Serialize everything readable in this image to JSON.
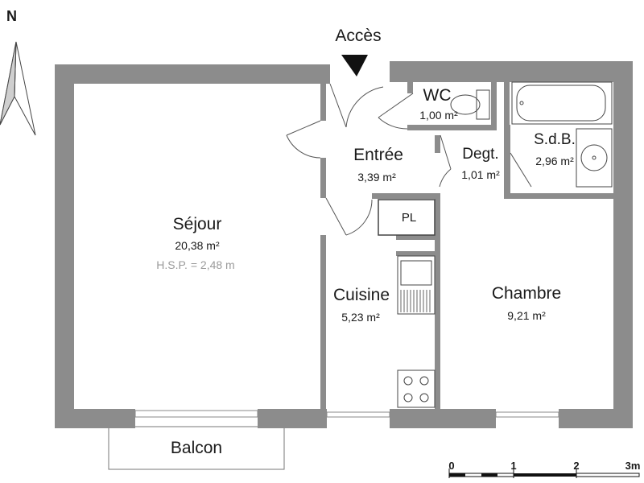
{
  "north": "N",
  "entrance": "Accès",
  "rooms": {
    "sejour": {
      "name": "Séjour",
      "area": "20,38 m²",
      "hsp": "H.S.P. = 2,48 m"
    },
    "entree": {
      "name": "Entrée",
      "area": "3,39 m²"
    },
    "wc": {
      "name": "WC",
      "area": "1,00 m²"
    },
    "degt": {
      "name": "Degt.",
      "area": "1,01 m²"
    },
    "sdb": {
      "name": "S.d.B.",
      "area": "2,96 m²"
    },
    "pl": {
      "name": "PL"
    },
    "cuisine": {
      "name": "Cuisine",
      "area": "5,23 m²"
    },
    "chambre": {
      "name": "Chambre",
      "area": "9,21 m²"
    },
    "balcon": {
      "name": "Balcon"
    }
  },
  "scale_bar": [
    "0",
    "1",
    "2",
    "3m"
  ]
}
